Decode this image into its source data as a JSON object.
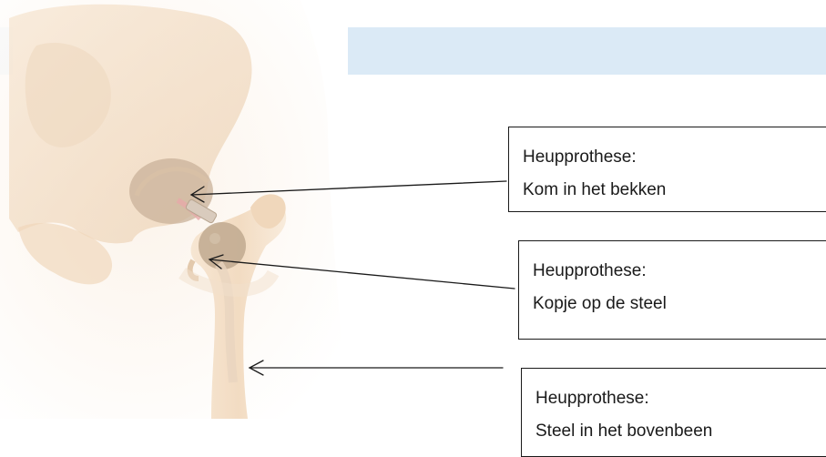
{
  "callouts": {
    "cup": {
      "line1": "Heupprothese:",
      "line2": "Kom in het bekken"
    },
    "head": {
      "line1": "Heupprothese:",
      "line2": "Kopje op de steel"
    },
    "stem": {
      "line1": "Heupprothese:",
      "line2": "Steel in het bovenbeen"
    }
  },
  "colors": {
    "band": "#dbeaf6",
    "bone": "#f2dcc4",
    "implant": "#b9a58f",
    "text": "#1a1a1a"
  }
}
